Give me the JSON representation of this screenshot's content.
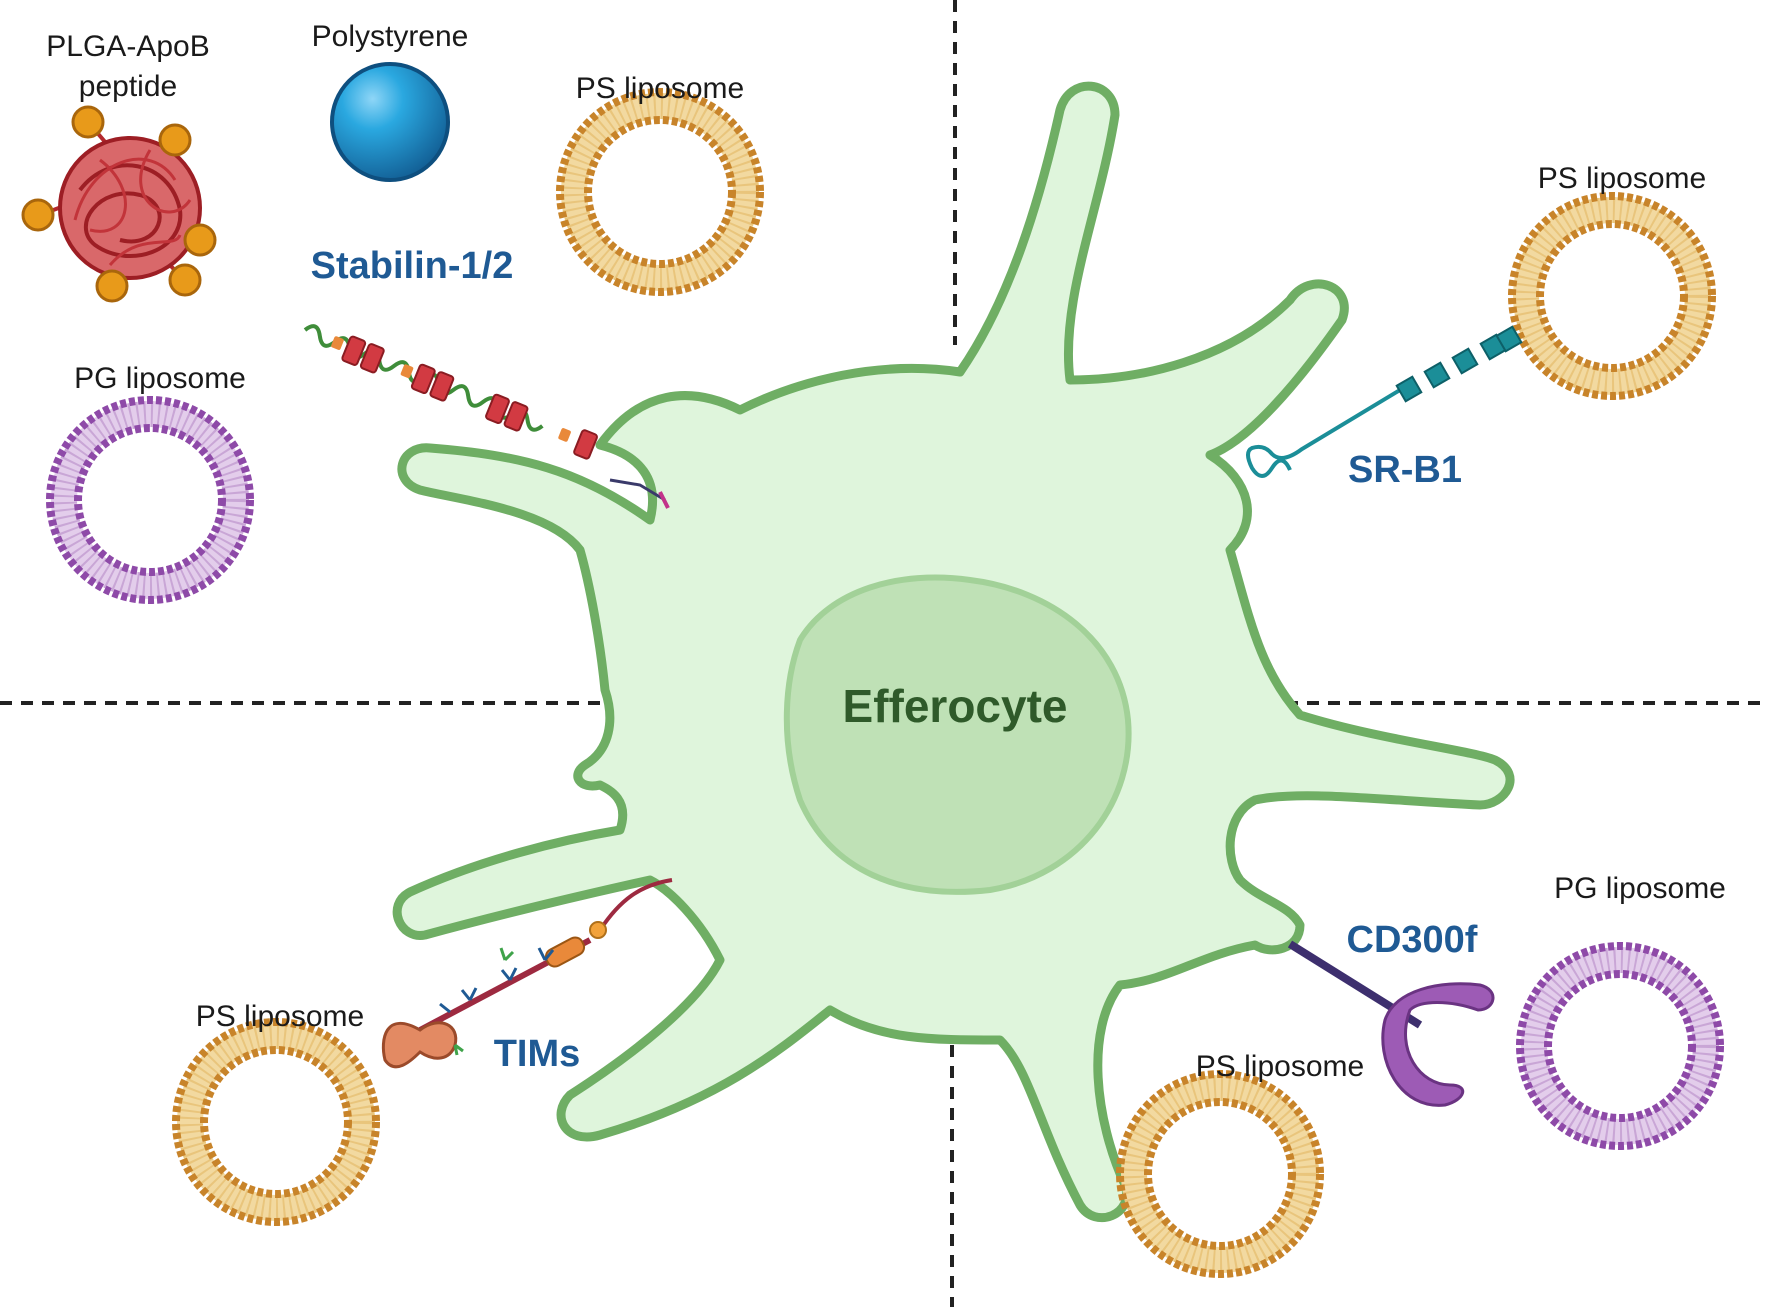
{
  "title": "Efferocyte",
  "receptors": {
    "stabilin": "Stabilin-1/2",
    "srb1": "SR-B1",
    "tims": "TIMs",
    "cd300f": "CD300f"
  },
  "particles": {
    "plga_line1": "PLGA-ApoB",
    "plga_line2": "peptide",
    "polystyrene": "Polystyrene",
    "ps_liposome": "PS liposome",
    "pg_liposome": "PG liposome"
  },
  "colors": {
    "cell_fill": "#dff5dc",
    "cell_stroke": "#6fae64",
    "nucleus_fill": "#bfe1b6",
    "ps_lipid": "#c8842a",
    "ps_tail": "#f2d9a0",
    "pg_lipid": "#8e4aa8",
    "pg_tail": "#dcc2e6",
    "receptor_text": "#1f5a94",
    "polystyrene": "#1f9bd6",
    "plga": "#b3282d",
    "plga_bead": "#e89a1a"
  }
}
